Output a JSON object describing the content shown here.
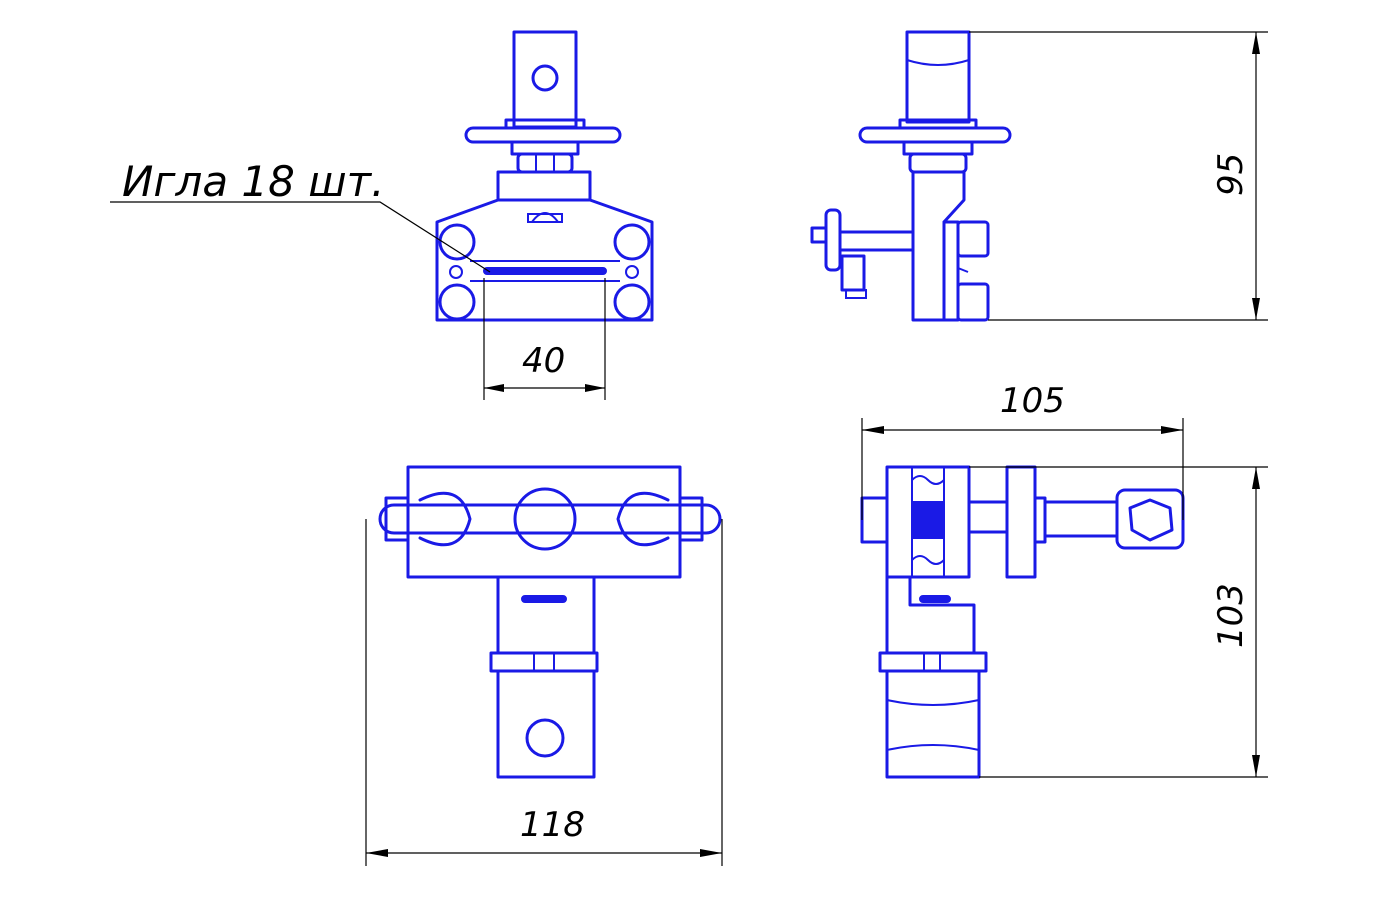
{
  "annotation": {
    "needle_label": "Игла 18 шт."
  },
  "dimensions": {
    "front_needle_width": "40",
    "side_height": "95",
    "top_width": "118",
    "side_top_length": "105",
    "side_top_height": "103"
  },
  "colors": {
    "part_stroke": "#1a1ae6",
    "dimension_stroke": "#000000",
    "background": "#ffffff"
  }
}
